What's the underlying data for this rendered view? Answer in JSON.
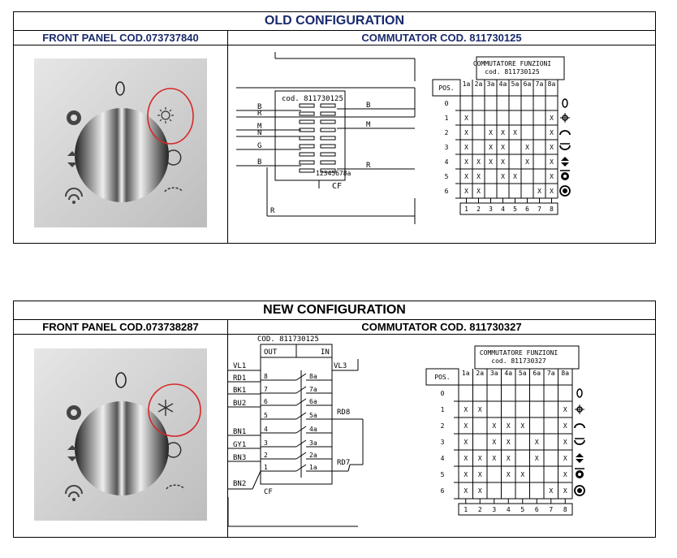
{
  "old": {
    "title": "OLD CONFIGURATION",
    "front_panel": "FRONT PANEL COD.073737840",
    "commutator": "COMMUTATOR COD. 811730125",
    "wiring": {
      "cod": "cod. 811730125",
      "left_wires": [
        "B",
        "R",
        "M",
        "N",
        "G",
        "B"
      ],
      "right_wires": [
        "B",
        "M",
        "R"
      ],
      "bottom_wire": "R",
      "cf": "CF",
      "pins": "12345678a"
    },
    "table": {
      "header1": "COMMUTATORE FUNZIONI",
      "header2": "cod. 811730125"
    }
  },
  "new": {
    "title": "NEW CONFIGURATION",
    "front_panel": "FRONT PANEL COD.073738287",
    "commutator": "COMMUTATOR COD. 811730327",
    "wiring": {
      "cod": "COD. 811730125",
      "out": "OUT",
      "in": "IN",
      "left_labels": [
        "VL1",
        "RD1",
        "BK1",
        "BU2",
        "BN1",
        "GY1",
        "BN3",
        "BN2"
      ],
      "right_labels": [
        "VL3",
        "RD8",
        "RD7"
      ],
      "numbers": [
        "8",
        "7",
        "6",
        "5",
        "4",
        "3",
        "2",
        "1"
      ],
      "contacts": [
        "8a",
        "7a",
        "6a",
        "5a",
        "4a",
        "3a",
        "2a",
        "1a"
      ],
      "cf": "CF"
    },
    "table": {
      "header1": "COMMUTATORE FUNZIONI",
      "header2": "cod. 811730327"
    }
  },
  "table_common": {
    "pos_label": "POS.",
    "columns": [
      "1a",
      "2a",
      "3a",
      "4a",
      "5a",
      "6a",
      "7a",
      "8a"
    ],
    "bottom_numbers": [
      "1",
      "2",
      "3",
      "4",
      "5",
      "6",
      "7",
      "8"
    ],
    "rows": [
      {
        "pos": "0",
        "marks": [
          "",
          "",
          "",
          "",
          "",
          "",
          "",
          ""
        ],
        "icon": "lamp-icon"
      },
      {
        "pos": "1",
        "marks": [
          "X",
          "",
          "",
          "",
          "",
          "",
          "",
          "X"
        ],
        "icon": "sun-icon"
      },
      {
        "pos": "2",
        "marks": [
          "X",
          "",
          "X",
          "X",
          "X",
          "",
          "",
          "X"
        ],
        "icon": "top-heat-icon"
      },
      {
        "pos": "3",
        "marks": [
          "X",
          "",
          "X",
          "X",
          "",
          "X",
          "",
          "X"
        ],
        "icon": "bottom-heat-icon"
      },
      {
        "pos": "4",
        "marks": [
          "X",
          "X",
          "X",
          "X",
          "",
          "X",
          "",
          "X"
        ],
        "icon": "fan-top-bottom-icon"
      },
      {
        "pos": "5",
        "marks": [
          "X",
          "X",
          "",
          "X",
          "X",
          "",
          "",
          "X"
        ],
        "icon": "fan-grill-icon"
      },
      {
        "pos": "6",
        "marks": [
          "X",
          "X",
          "",
          "",
          "",
          "",
          "X",
          "X"
        ],
        "icon": "fan-ring-icon"
      }
    ],
    "new_marks": [
      [
        "",
        "",
        "",
        "",
        "",
        "",
        "",
        ""
      ],
      [
        "X",
        "X",
        "",
        "",
        "",
        "",
        "",
        "X"
      ],
      [
        "X",
        "",
        "X",
        "X",
        "X",
        "",
        "",
        "X"
      ],
      [
        "X",
        "",
        "X",
        "X",
        "",
        "X",
        "",
        "X"
      ],
      [
        "X",
        "X",
        "X",
        "X",
        "",
        "X",
        "",
        "X"
      ],
      [
        "X",
        "X",
        "",
        "X",
        "X",
        "",
        "",
        "X"
      ],
      [
        "X",
        "X",
        "",
        "",
        "",
        "",
        "X",
        "X"
      ]
    ]
  },
  "colors": {
    "title_blue": "#1a2a6c",
    "highlight": "#d62828"
  },
  "icons": {
    "old_highlight": "sun-icon",
    "new_highlight": "snowflake-icon"
  }
}
